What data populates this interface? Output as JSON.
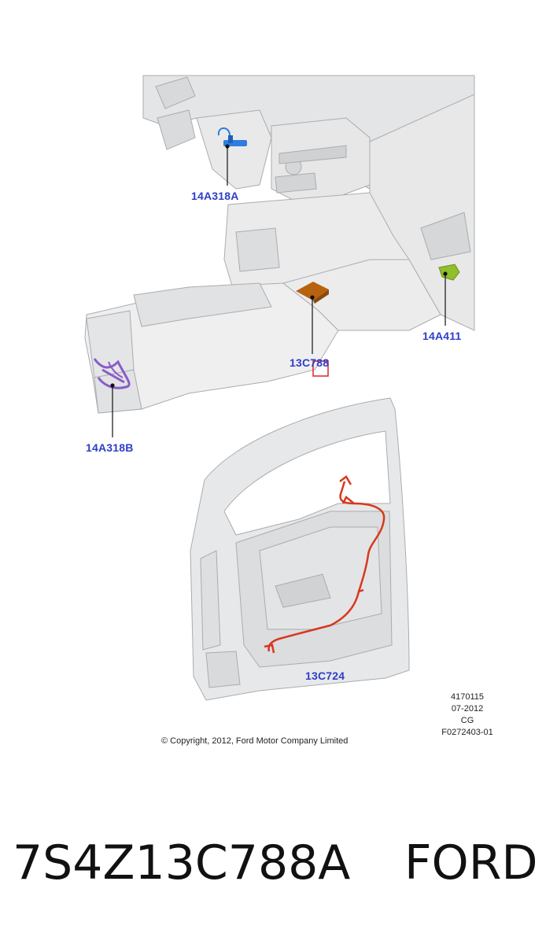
{
  "callouts": {
    "c1": "14A318A",
    "c2": "14A411",
    "c3": "13C788",
    "c4": "14A318B",
    "c5": "13C724"
  },
  "meta": {
    "line1": "4170115",
    "line2": "07-2012",
    "line3": "CG",
    "line4": "F0272403-01"
  },
  "copyright": "© Copyright, 2012, Ford Motor Company Limited",
  "footer": {
    "part_number": "7S4Z13C788A",
    "brand": "FORD"
  },
  "colors": {
    "callout_text": "#2d3ec8",
    "highlight_box": "#e0313a",
    "part_blue": "#2f7de0",
    "part_green": "#8fbf2a",
    "part_orange": "#b8620f",
    "part_purple": "#8a5bc8",
    "harness_red": "#d8381f"
  }
}
